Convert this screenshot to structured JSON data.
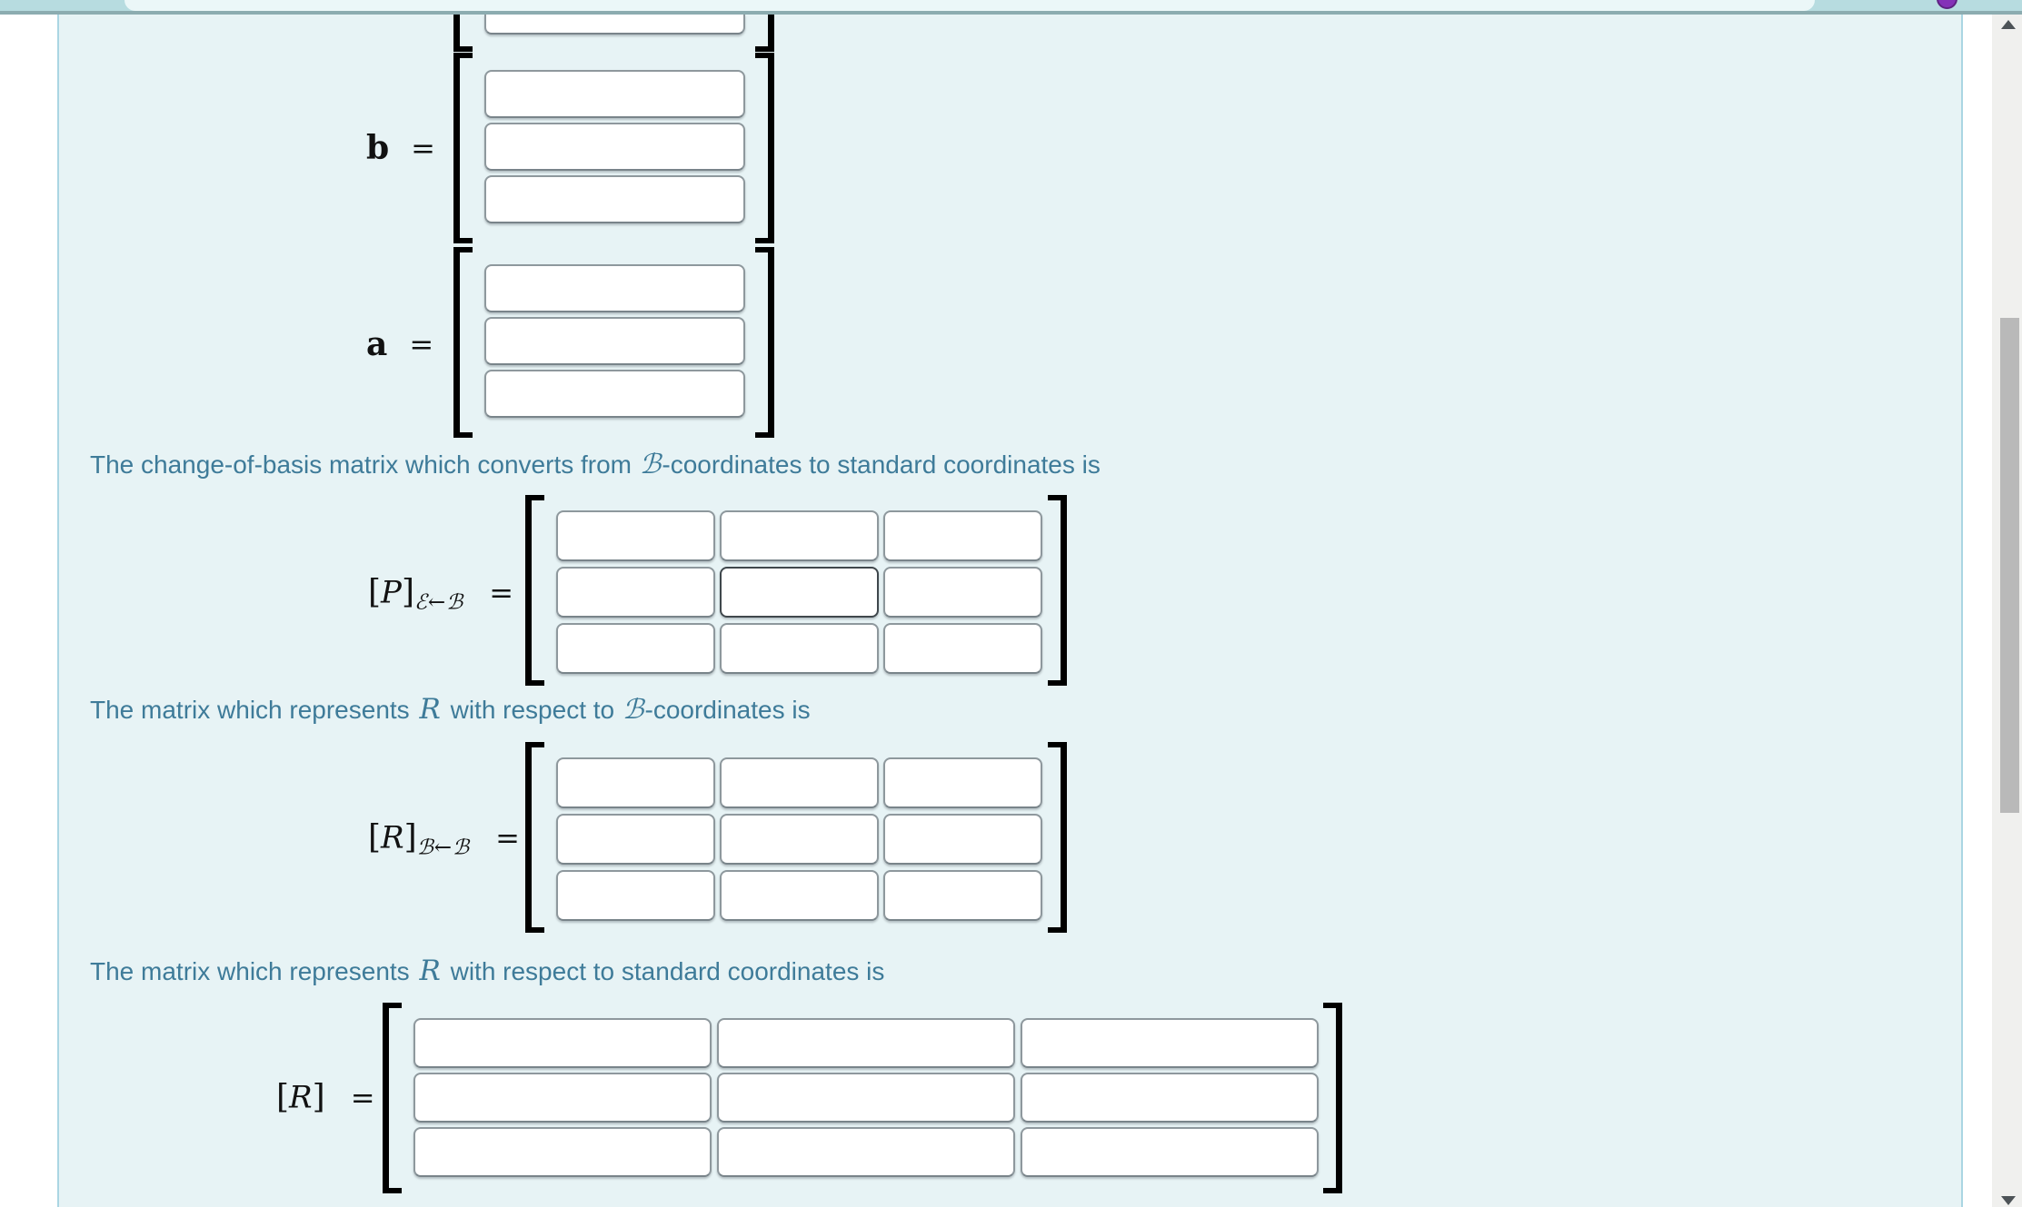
{
  "icons": {
    "scroll_up": "triangle-up",
    "scroll_down": "triangle-down",
    "purple_dot": "purple-circle"
  },
  "math": {
    "vector_partial": {
      "rows": 1,
      "cols": 1,
      "values": [
        [
          ""
        ]
      ]
    },
    "vector_b": {
      "label": "b",
      "equals": "=",
      "rows": 3,
      "cols": 1,
      "values": [
        [
          ""
        ],
        [
          ""
        ],
        [
          ""
        ]
      ]
    },
    "vector_a": {
      "label": "a",
      "equals": "=",
      "rows": 3,
      "cols": 1,
      "values": [
        [
          ""
        ],
        [
          ""
        ],
        [
          ""
        ]
      ]
    },
    "sections": [
      {
        "sentence": [
          {
            "kind": "text",
            "value": "The change-of-basis matrix which converts from "
          },
          {
            "kind": "script",
            "value": "ℬ"
          },
          {
            "kind": "text",
            "value": "-coordinates to standard coordinates is"
          }
        ],
        "label": {
          "open": "[",
          "var": "P",
          "close": "]",
          "subscript": "ℰ←ℬ",
          "equals": "="
        },
        "matrix": {
          "rows": 3,
          "cols": 3,
          "values": [
            [
              "",
              "",
              ""
            ],
            [
              "",
              "",
              ""
            ],
            [
              "",
              "",
              ""
            ]
          ],
          "focused_cell": [
            1,
            1
          ]
        }
      },
      {
        "sentence": [
          {
            "kind": "text",
            "value": "The matrix which represents "
          },
          {
            "kind": "var",
            "value": "R"
          },
          {
            "kind": "text",
            "value": " with respect to "
          },
          {
            "kind": "script",
            "value": "ℬ"
          },
          {
            "kind": "text",
            "value": "-coordinates is"
          }
        ],
        "label": {
          "open": "[",
          "var": "R",
          "close": "]",
          "subscript": "ℬ←ℬ",
          "equals": "="
        },
        "matrix": {
          "rows": 3,
          "cols": 3,
          "values": [
            [
              "",
              "",
              ""
            ],
            [
              "",
              "",
              ""
            ],
            [
              "",
              "",
              ""
            ]
          ]
        }
      },
      {
        "sentence": [
          {
            "kind": "text",
            "value": "The matrix which represents "
          },
          {
            "kind": "var",
            "value": "R"
          },
          {
            "kind": "text",
            "value": " with respect to standard coordinates is"
          }
        ],
        "label": {
          "open": "[",
          "var": "R",
          "close": "]",
          "subscript": "",
          "equals": "="
        },
        "matrix": {
          "rows": 3,
          "cols": 3,
          "values": [
            [
              "",
              "",
              ""
            ],
            [
              "",
              "",
              ""
            ],
            [
              "",
              "",
              ""
            ]
          ]
        }
      }
    ]
  }
}
